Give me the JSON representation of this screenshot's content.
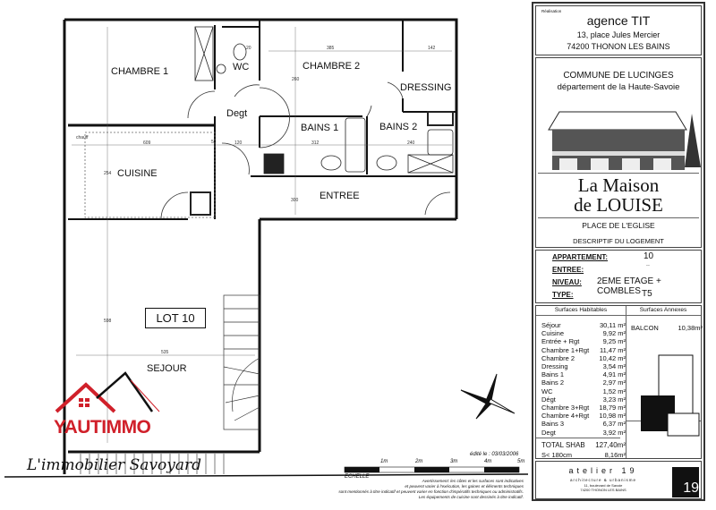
{
  "plan": {
    "rooms": {
      "chambre1": "CHAMBRE 1",
      "wc": "WC",
      "chambre2": "CHAMBRE 2",
      "dressing": "DRESSING",
      "degt": "Degt",
      "bains1": "BAINS 1",
      "bains2": "BAINS 2",
      "cuisine": "CUISINE",
      "entree": "ENTREE",
      "sejour": "SEJOUR",
      "chauff": "chauff"
    },
    "lot_label": "LOT 10",
    "dimensions": [
      "385",
      "142",
      "260",
      "20",
      "120",
      "5",
      "312",
      "240",
      "609",
      "254",
      "598",
      "535",
      "300"
    ],
    "edit_date": "édité le :  03/03/2006",
    "scale": {
      "label": "ECHELLE",
      "ticks": [
        "1m",
        "2m",
        "3m",
        "4m",
        "5m"
      ]
    },
    "warning": [
      "Avertissement: les côtes et les surfaces sont indicatives",
      "et peuvent varier à l'exécution, les gaines et éléments techniques",
      "sont mentionnés à titre indicatif et peuvent varier en fonction d'impératifs techniques ou administratifs.",
      "Les équipements de cuisine sont dessinés à titre indicatif."
    ]
  },
  "watermark": {
    "brand": "YAUTIMMO",
    "tagline": "L'immobilier Savoyard",
    "brand_color": "#d0202a"
  },
  "panel": {
    "realisation_label": "Réalisation",
    "agency_name": "agence TIT",
    "agency_address1": "13, place Jules Mercier",
    "agency_address2": "74200 THONON LES BAINS",
    "commune": "COMMUNE DE LUCINGES",
    "departement": "département de la Haute-Savoie",
    "project_line1": "La Maison",
    "project_line2": "de LOUISE",
    "place": "PLACE DE L'EGLISE",
    "descriptif": "DESCRIPTIF DU LOGEMENT",
    "fields": {
      "appartement_label": "APPARTEMENT:",
      "appartement_value": "10",
      "entree_label": "ENTREE:",
      "entree_value": "..",
      "niveau_label": "NIVEAU:",
      "niveau_value": "2EME ETAGE + COMBLES",
      "type_label": "TYPE:",
      "type_value": "T5"
    },
    "surfaces_habitables_header": "Surfaces Habitables",
    "surfaces_annexes_header": "Surfaces Annexes",
    "surfaces": [
      {
        "room": "Séjour",
        "area": "30,11 m²"
      },
      {
        "room": "Cuisine",
        "area": "9,92 m²"
      },
      {
        "room": "Entrée + Rgt",
        "area": "9,25 m²"
      },
      {
        "room": "Chambre 1+Rgt",
        "area": "11,47 m²"
      },
      {
        "room": "Chambre 2",
        "area": "10,42 m²"
      },
      {
        "room": "Dressing",
        "area": "3,54 m²"
      },
      {
        "room": "Bains 1",
        "area": "4,91 m²"
      },
      {
        "room": "Bains 2",
        "area": "2,97 m²"
      },
      {
        "room": "WC",
        "area": "1,52 m²"
      },
      {
        "room": "Dégt",
        "area": "3,23 m²"
      },
      {
        "room": "Chambre 3+Rgt",
        "area": "18,79 m²"
      },
      {
        "room": "Chambre 4+Rgt",
        "area": "10,98 m²"
      },
      {
        "room": "Bains 3",
        "area": "6,37 m²"
      },
      {
        "room": "Degt",
        "area": "3,92 m²"
      }
    ],
    "annexes": [
      {
        "room": "BALCON",
        "area": "10,38m²"
      }
    ],
    "total_label": "TOTAL SHAB",
    "total_value": "127,40m²",
    "s180_label": "S< 180cm",
    "s180_value": "8,16m²",
    "architect": "atelier 19",
    "architect_sub": "architecture & urbanisme",
    "architect_addr1": "11, boulevard de Savoie",
    "architect_addr2": "74200 THONON LES BAINS",
    "architect_logo": "19"
  }
}
